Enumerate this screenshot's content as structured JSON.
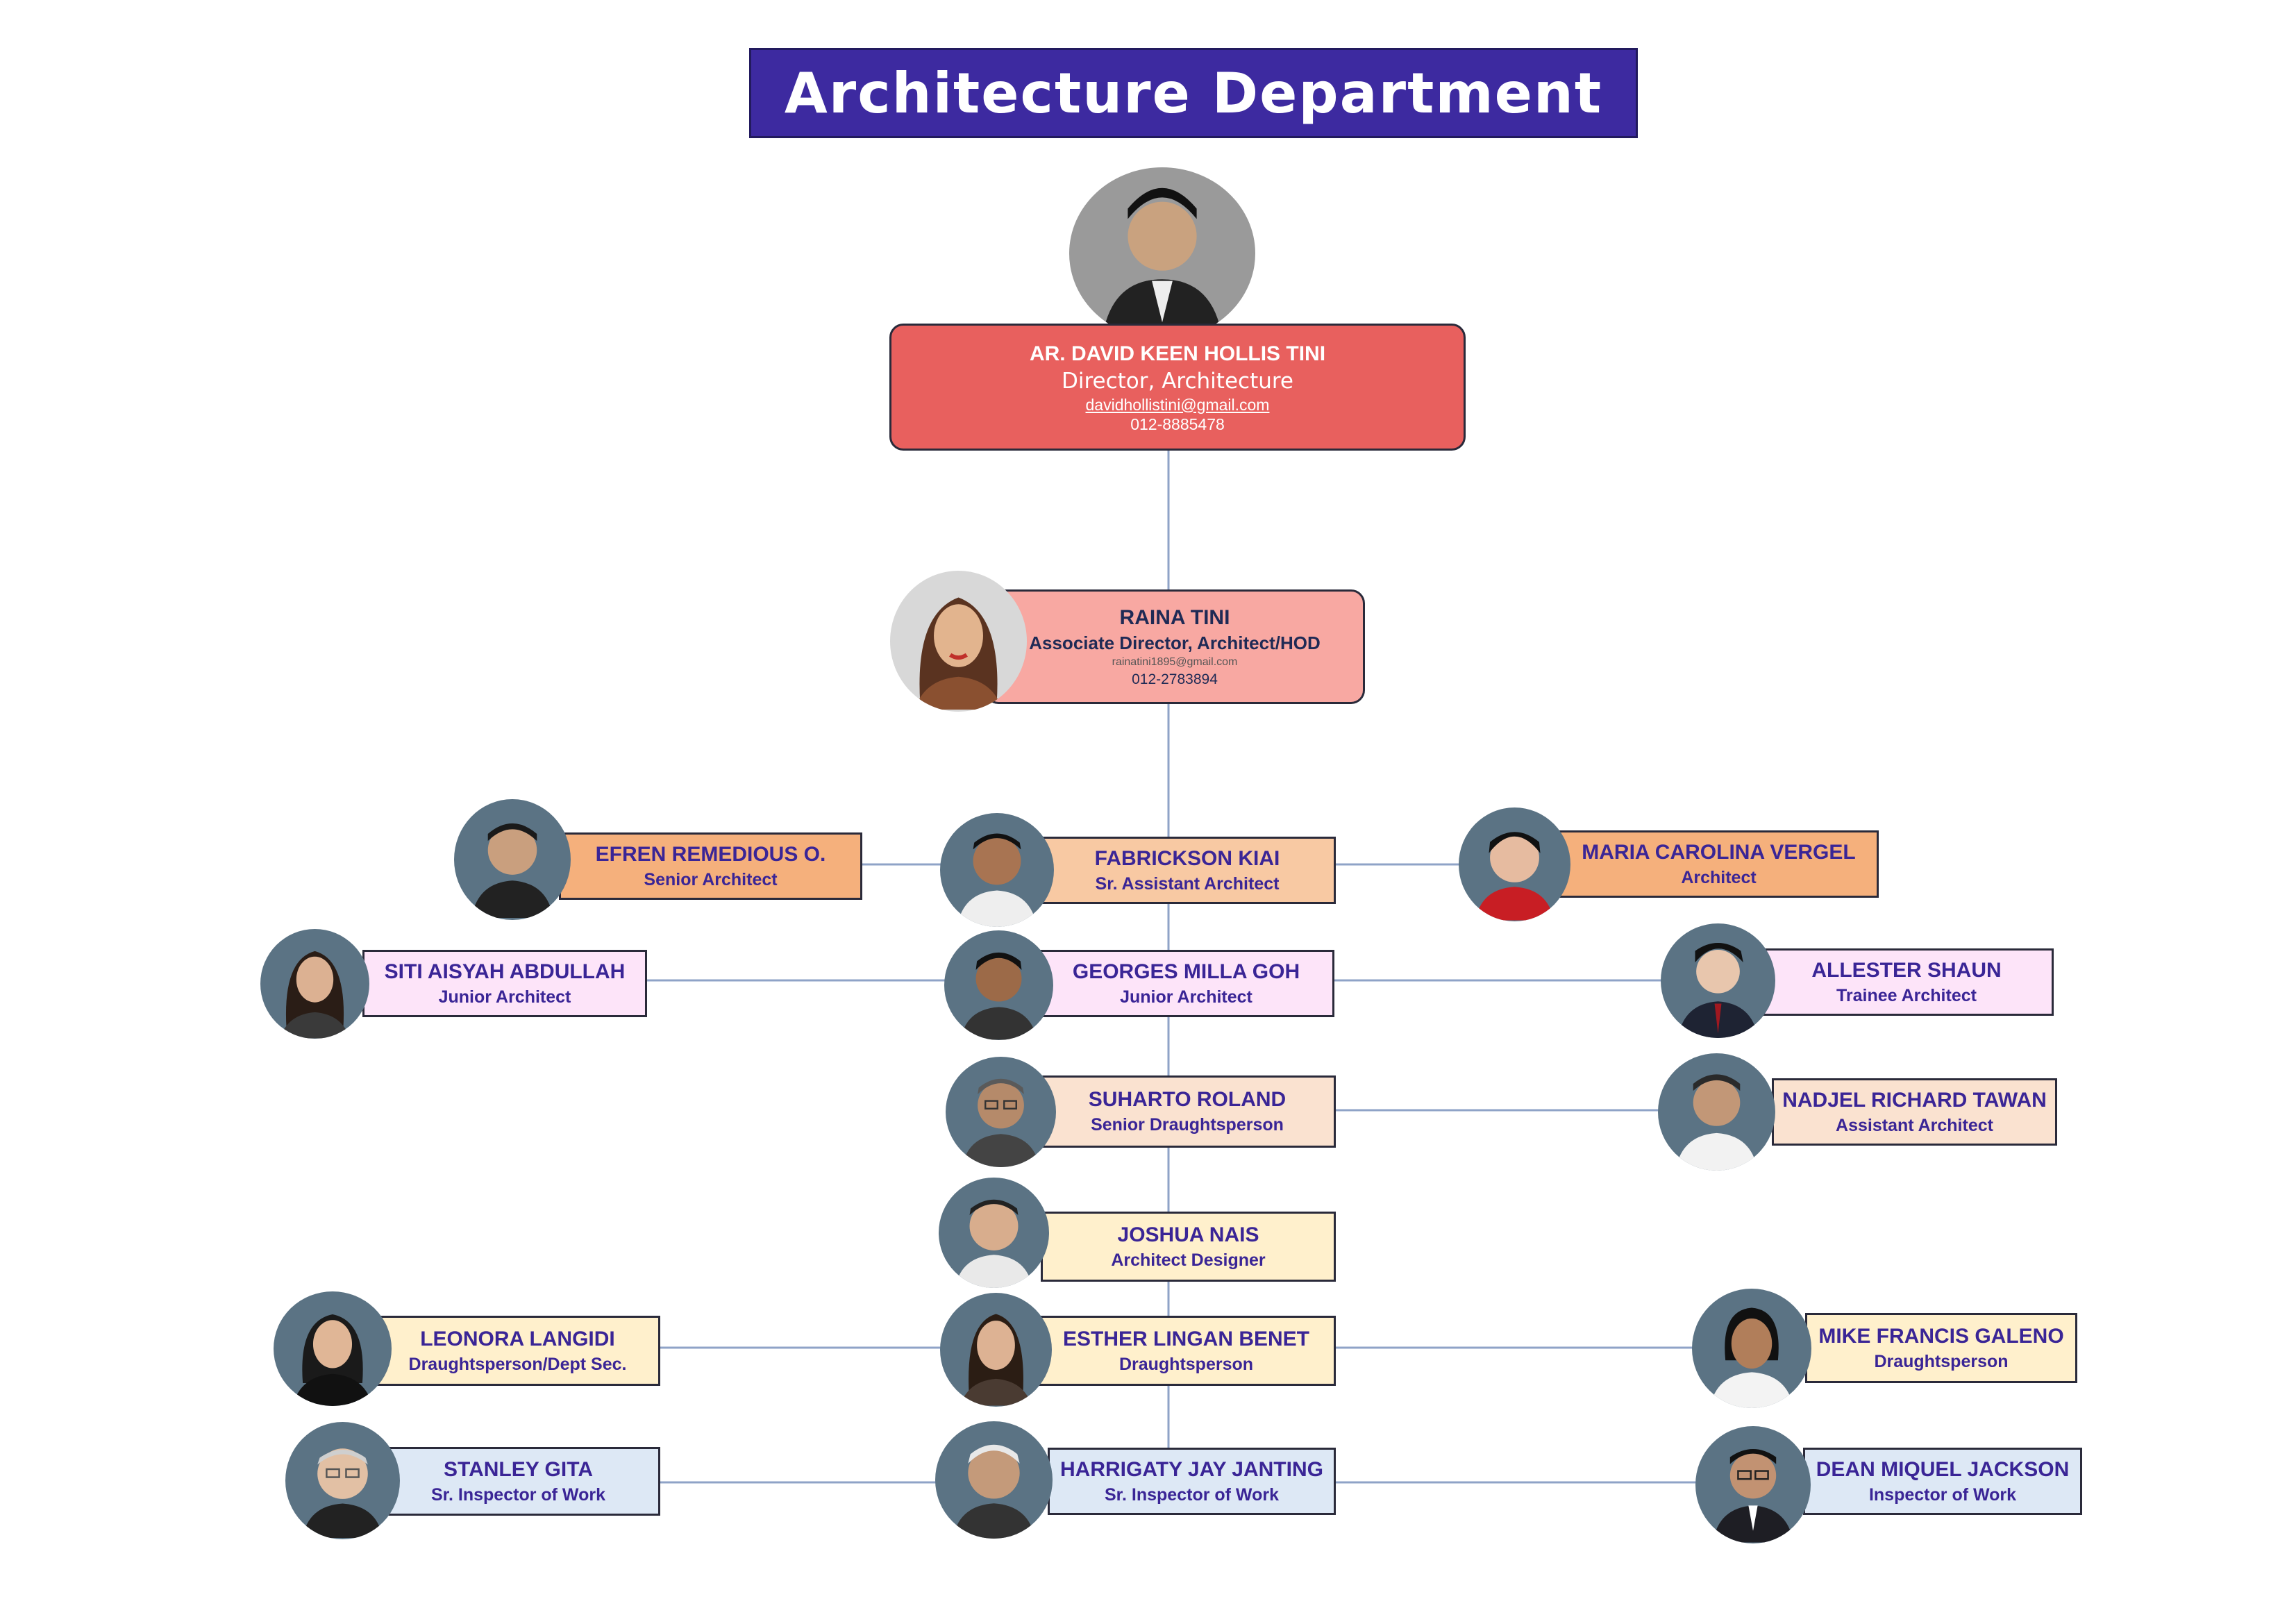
{
  "title": "Architecture Department",
  "colors": {
    "title_bg": "#3d2aa0",
    "director_box": "#e8605e",
    "assoc_box": "#f8a8a2",
    "orange": "#f5b07c",
    "peach": "#f8c9a3",
    "pink": "#fde4f9",
    "light_peach": "#fae2d0",
    "cream": "#fff0cc",
    "blue": "#dde8f5",
    "connector": "#8fa3c7"
  },
  "director": {
    "name": "AR. DAVID KEEN HOLLIS TINI",
    "title": "Director, Architecture",
    "email": "davidhollistini@gmail.com",
    "phone": "012-8885478"
  },
  "associate_director": {
    "name": "RAINA TINI",
    "title": "Associate Director, Architect/HOD",
    "email": "rainatini1895@gmail.com",
    "phone": "012-2783894"
  },
  "staff": [
    {
      "name": "EFREN REMEDIOUS O.",
      "role": "Senior Architect"
    },
    {
      "name": "FABRICKSON KIAI",
      "role": "Sr. Assistant Architect"
    },
    {
      "name": "MARIA CAROLINA VERGEL",
      "role": "Architect"
    },
    {
      "name": "SITI AISYAH ABDULLAH",
      "role": "Junior Architect"
    },
    {
      "name": "GEORGES MILLA GOH",
      "role": "Junior Architect"
    },
    {
      "name": "ALLESTER SHAUN",
      "role": "Trainee Architect"
    },
    {
      "name": "SUHARTO ROLAND",
      "role": "Senior Draughtsperson"
    },
    {
      "name": "NADJEL RICHARD TAWAN",
      "role": "Assistant Architect"
    },
    {
      "name": "JOSHUA NAIS",
      "role": "Architect Designer"
    },
    {
      "name": "LEONORA LANGIDI",
      "role": "Draughtsperson/Dept Sec."
    },
    {
      "name": "ESTHER LINGAN BENET",
      "role": "Draughtsperson"
    },
    {
      "name": "MIKE FRANCIS GALENO",
      "role": "Draughtsperson"
    },
    {
      "name": "STANLEY GITA",
      "role": "Sr. Inspector of Work"
    },
    {
      "name": "HARRIGATY JAY JANTING",
      "role": "Sr. Inspector of Work"
    },
    {
      "name": "DEAN MIQUEL JACKSON",
      "role": "Inspector of Work"
    }
  ]
}
